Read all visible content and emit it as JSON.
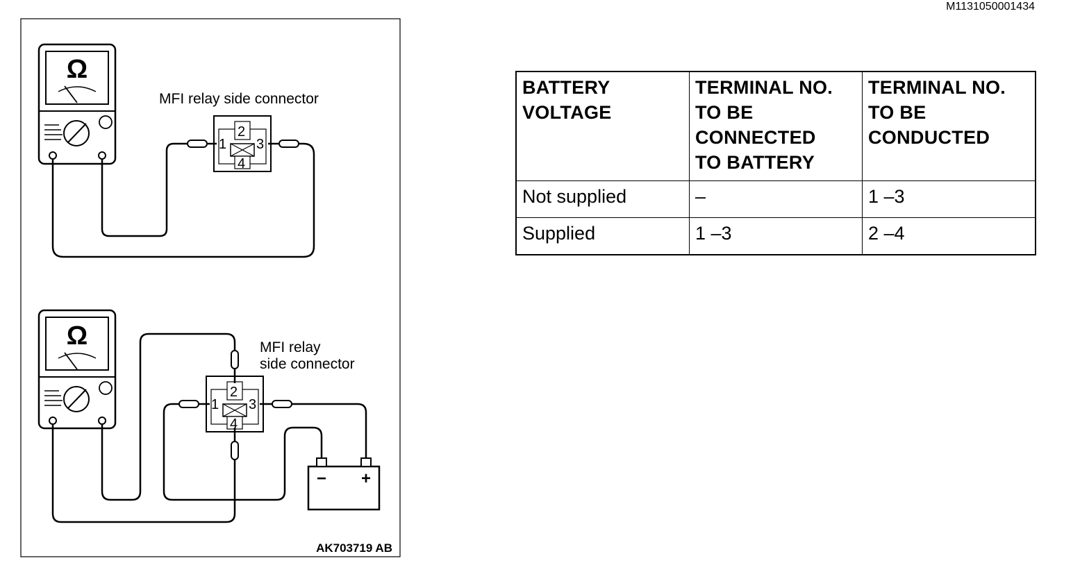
{
  "doc_id": "M1131050001434",
  "figure": {
    "top_label": "MFI relay side connector",
    "bottom_label_line1": "MFI relay",
    "bottom_label_line2": "side connector",
    "ohm_symbol": "Ω",
    "figure_code": "AK703719 AB",
    "terminals": [
      "1",
      "2",
      "3",
      "4"
    ],
    "battery_neg": "−",
    "battery_pos": "+"
  },
  "table": {
    "headers": [
      [
        "BATTERY",
        "VOLTAGE"
      ],
      [
        "TERMINAL NO.",
        "TO BE",
        "CONNECTED",
        "TO BATTERY"
      ],
      [
        "TERMINAL NO.",
        "TO BE",
        "CONDUCTED"
      ]
    ],
    "rows": [
      [
        "Not supplied",
        "–",
        "1 –3"
      ],
      [
        "Supplied",
        "1 –3",
        "2 –4"
      ]
    ]
  }
}
